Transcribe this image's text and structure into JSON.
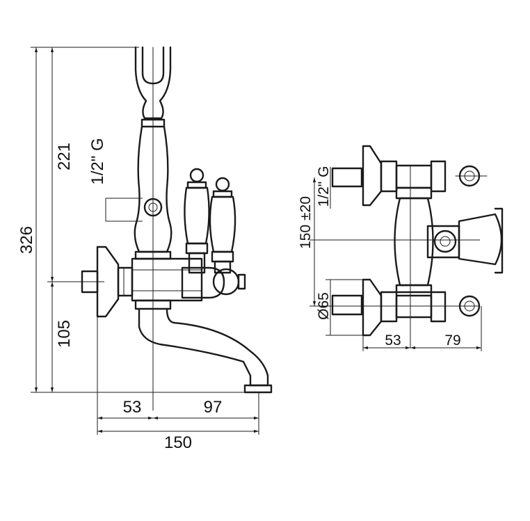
{
  "left_view": {
    "total_height": "326",
    "upper_height": "221",
    "connection_label": "1/2\" G",
    "spout_height": "105",
    "dim_a": "53",
    "dim_b": "97",
    "total_width": "150"
  },
  "right_view": {
    "connection_label": "1/2\" G",
    "center_distance": "150 ±20",
    "flange_diameter": "Ø65",
    "dim_a": "53",
    "dim_b": "79"
  }
}
